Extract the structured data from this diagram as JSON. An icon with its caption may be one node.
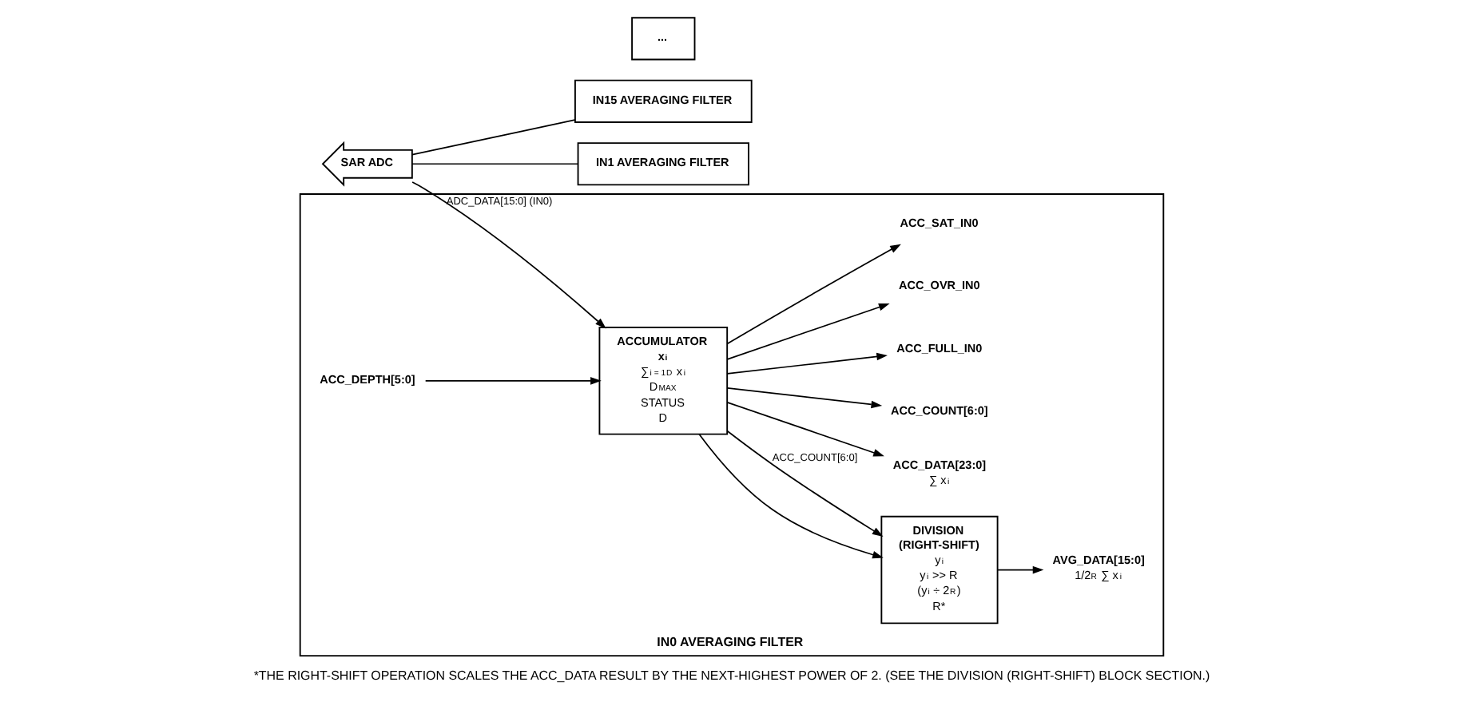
{
  "diagram": {
    "caption": "*THE RIGHT-SHIFT OPERATION SCALES THE ACC_DATA RESULT BY THE NEXT-HIGHEST POWER OF 2. (SEE THE DIVISION (RIGHT-SHIFT) BLOCK SECTION.)",
    "nodes": [
      {
        "text": [
          "IN15 AVERAGING FILTER"
        ]
      },
      {
        "text": [
          "..."
        ]
      },
      {
        "text": [
          "IN1 AVERAGING FILTER"
        ]
      },
      {
        "text": [
          "IN0 AVERAGING FILTER"
        ]
      },
      {
        "text": [
          "SAR ADC"
        ]
      },
      {
        "text": [
          "ACCUMULATOR",
          "x$_{i}$",
          "∑$_{i = 1}$$^{D}$ x$_{i}$",
          "D$_{MAX}$",
          "STATUS",
          "D"
        ],
        "in": 3
      },
      {
        "text": [
          "DIVISION",
          "(RIGHT-SHIFT)",
          "y$_{i}$",
          "y$_{i}$ >> R",
          "(y$_{i}$ ÷ 2$^{R}$)",
          "R*"
        ],
        "in": 3
      },
      {
        "text": [
          "ACC_DATA[23:0]",
          "∑ x$_{i}$"
        ],
        "in": 3
      },
      {
        "text": [
          "AVG_DATA[15:0]",
          "1/2$^{R}$ ∑ x$_{i}$"
        ],
        "in": 3
      },
      {
        "text": [
          "ACC_COUNT[6:0]"
        ],
        "in": 3
      },
      {
        "text": [
          "ACC_FULL_IN0"
        ],
        "in": 3
      },
      {
        "text": [
          "ACC_OVR_IN0"
        ],
        "in": 3
      },
      {
        "text": [
          "ACC_SAT_IN0"
        ],
        "in": 3
      },
      {
        "text": [
          "ACC_DEPTH[5:0]"
        ],
        "in": 3
      }
    ],
    "edges": [
      {
        "from": 4,
        "to": 5,
        "arrow": "to",
        "label": "ADC_DATA[15:0] (IN0)"
      },
      {
        "from": 4,
        "to": 2,
        "arrow": "none"
      },
      {
        "from": 4,
        "to": 0,
        "arrow": "none"
      },
      {
        "from": 13,
        "to": 5,
        "arrow": "to"
      },
      {
        "from": 5,
        "to": 6,
        "arrow": "to"
      },
      {
        "from": 5,
        "to": 7,
        "arrow": "to"
      },
      {
        "from": 6,
        "to": 8,
        "arrow": "to"
      },
      {
        "from": 5,
        "to": 6,
        "arrow": "to",
        "label": "ACC_COUNT[6:0]"
      },
      {
        "from": 5,
        "to": 9,
        "arrow": "to"
      },
      {
        "from": 5,
        "to": 10,
        "arrow": "to"
      },
      {
        "from": 5,
        "to": 11,
        "arrow": "to"
      },
      {
        "from": 5,
        "to": 12,
        "arrow": "to"
      }
    ]
  }
}
